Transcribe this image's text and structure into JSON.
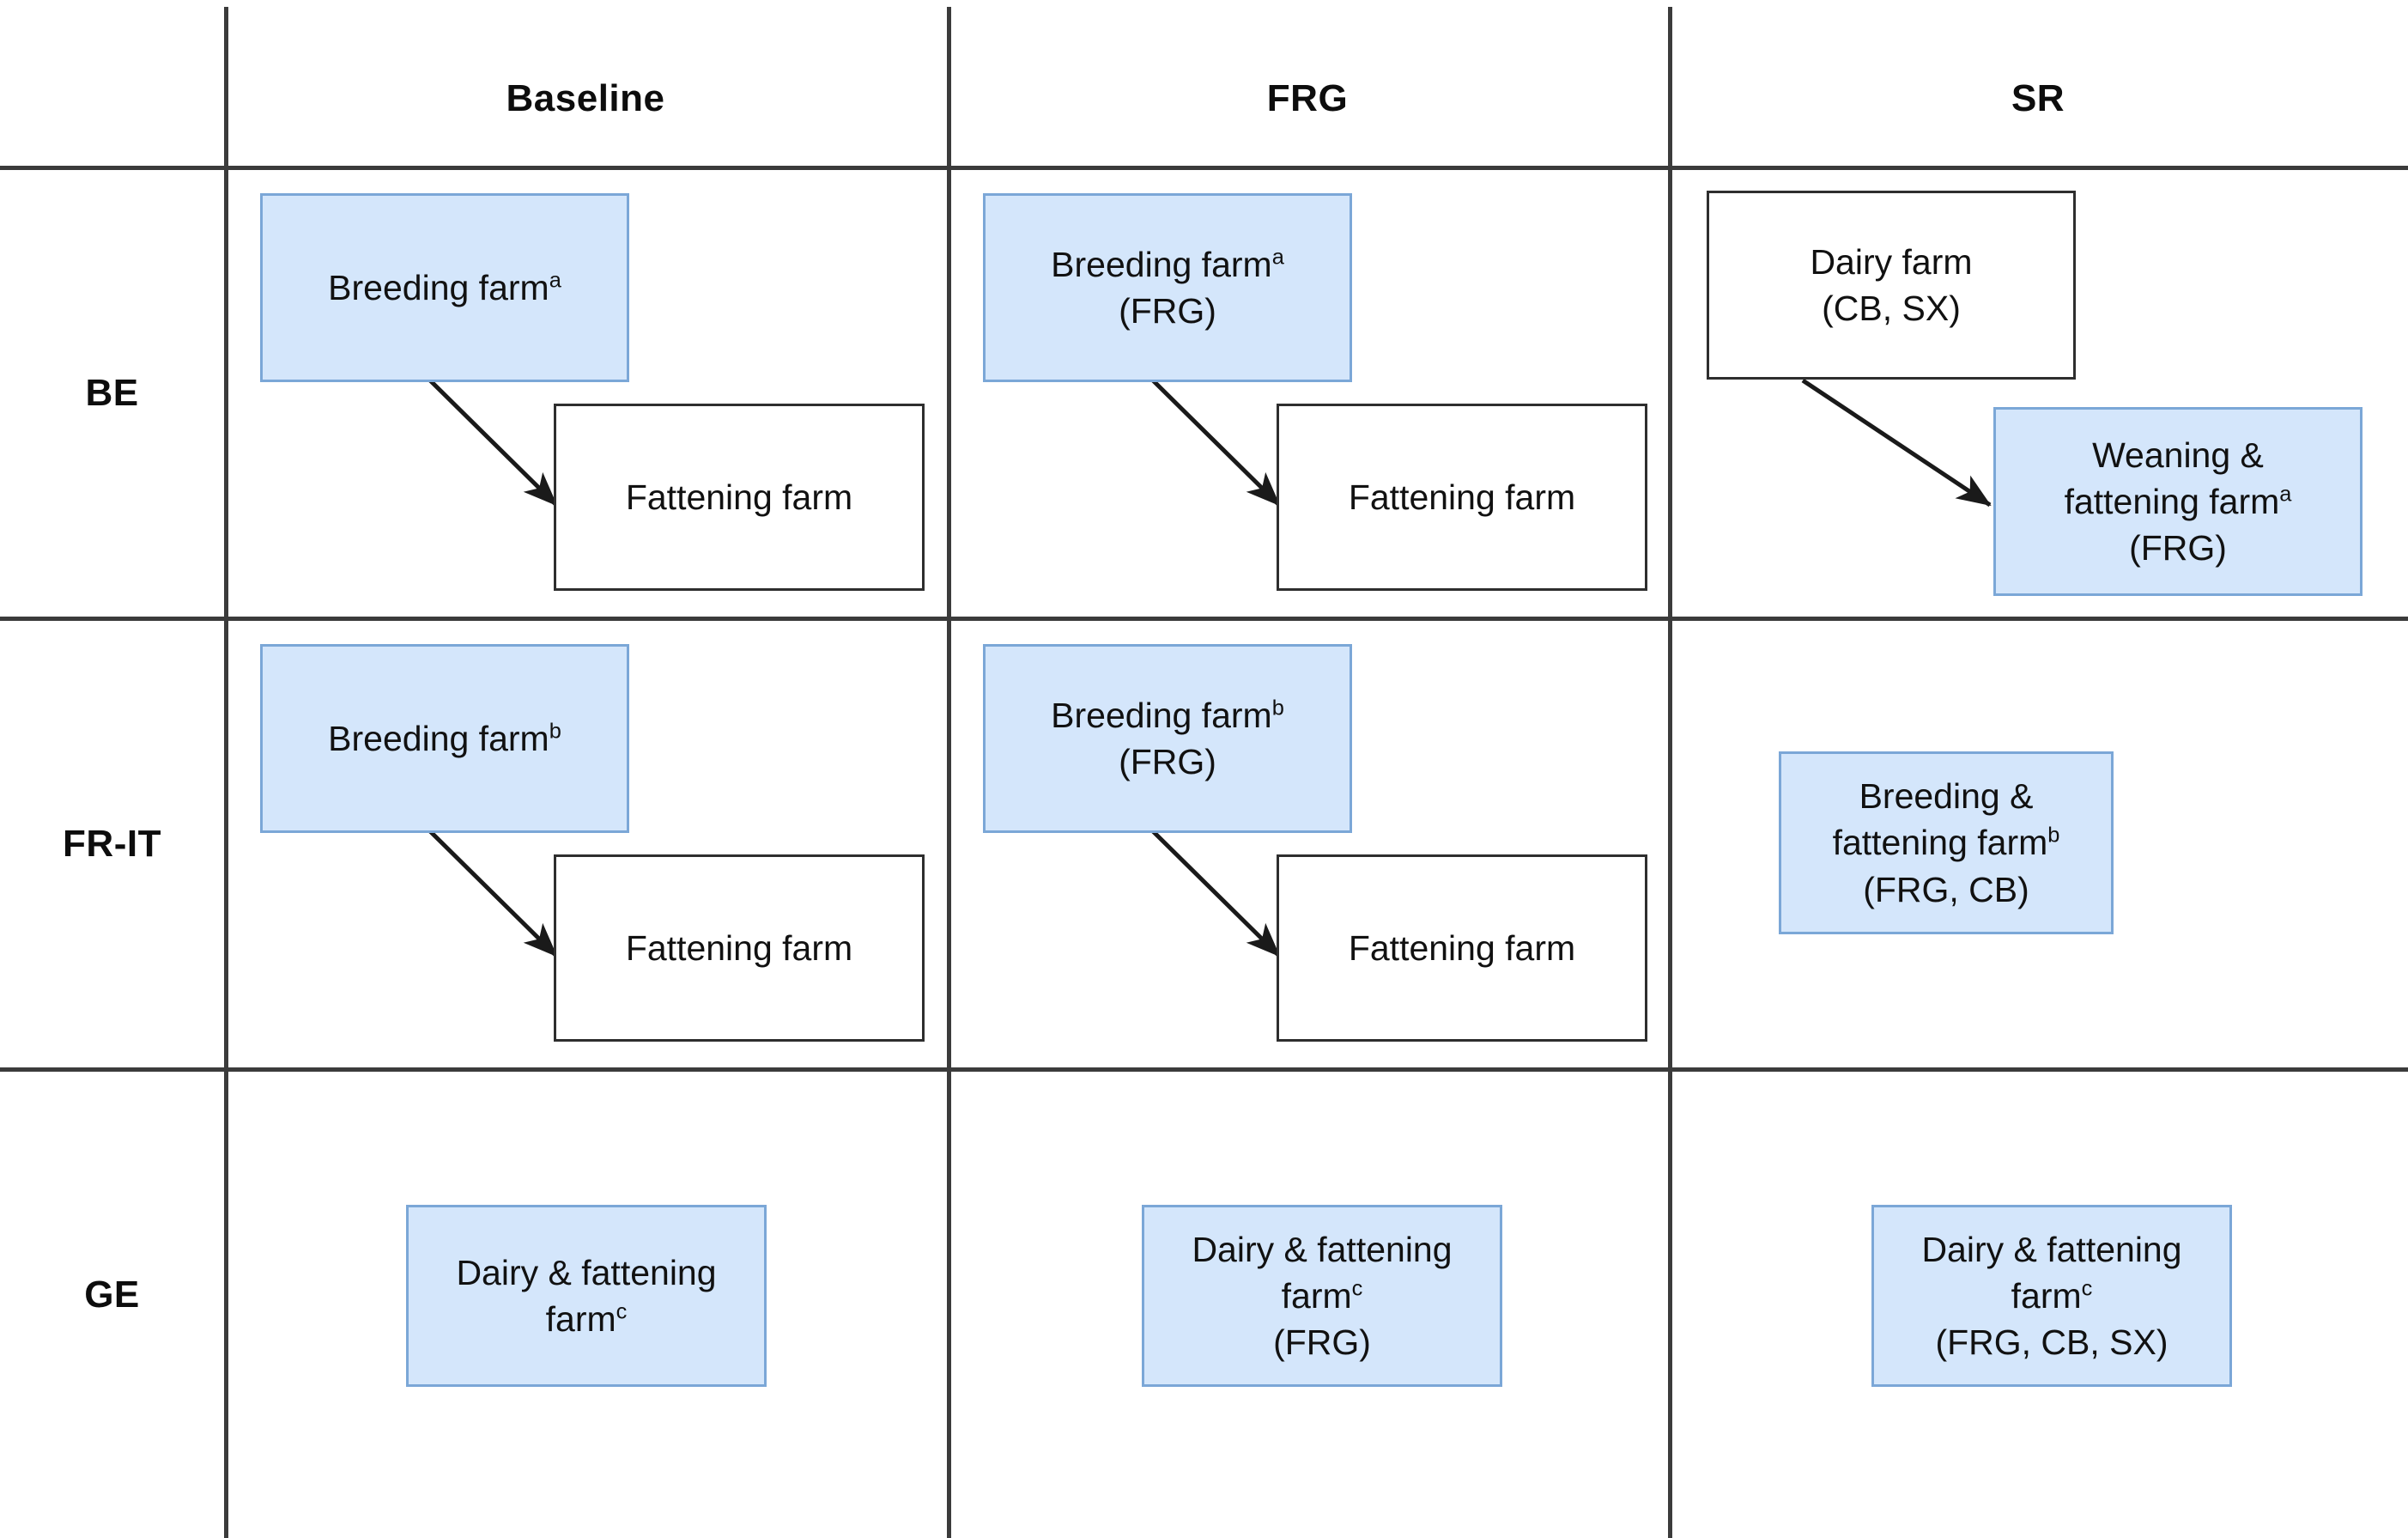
{
  "figure": {
    "type": "matrix-diagram",
    "columns": [
      {
        "id": "baseline",
        "label": "Baseline"
      },
      {
        "id": "frg",
        "label": "FRG"
      },
      {
        "id": "sr",
        "label": "SR"
      }
    ],
    "rows": [
      {
        "id": "be",
        "label": "BE"
      },
      {
        "id": "frit",
        "label": "FR-IT"
      },
      {
        "id": "ge",
        "label": "GE"
      }
    ],
    "colors": {
      "node_fill_blue": "#d4e6fb",
      "node_border_blue": "#7ba7d7",
      "node_fill_white": "#ffffff",
      "node_border_black": "#2e2e2e",
      "grid_line": "#3b3b3b",
      "text": "#111111"
    }
  },
  "cells": {
    "be_baseline": {
      "nodes": [
        {
          "id": "be-baseline-breeding",
          "style": "blue",
          "lines": [
            "Breeding farm"
          ],
          "superscript": "a"
        },
        {
          "id": "be-baseline-fattening",
          "style": "white",
          "lines": [
            "Fattening farm"
          ],
          "superscript": ""
        }
      ],
      "arrow": true
    },
    "be_frg": {
      "nodes": [
        {
          "id": "be-frg-breeding",
          "style": "blue",
          "lines": [
            "Breeding farm",
            "(FRG)"
          ],
          "superscript": "a"
        },
        {
          "id": "be-frg-fattening",
          "style": "white",
          "lines": [
            "Fattening farm"
          ],
          "superscript": ""
        }
      ],
      "arrow": true
    },
    "be_sr": {
      "nodes": [
        {
          "id": "be-sr-dairy",
          "style": "white",
          "lines": [
            "Dairy farm",
            "(CB, SX)"
          ],
          "superscript": ""
        },
        {
          "id": "be-sr-weaning",
          "style": "blue",
          "lines": [
            "Weaning &",
            "fattening farm",
            "(FRG)"
          ],
          "superscript": "a"
        }
      ],
      "arrow": true
    },
    "frit_baseline": {
      "nodes": [
        {
          "id": "frit-baseline-breeding",
          "style": "blue",
          "lines": [
            "Breeding farm"
          ],
          "superscript": "b"
        },
        {
          "id": "frit-baseline-fattening",
          "style": "white",
          "lines": [
            "Fattening farm"
          ],
          "superscript": ""
        }
      ],
      "arrow": true
    },
    "frit_frg": {
      "nodes": [
        {
          "id": "frit-frg-breeding",
          "style": "blue",
          "lines": [
            "Breeding farm",
            "(FRG)"
          ],
          "superscript": "b"
        },
        {
          "id": "frit-frg-fattening",
          "style": "white",
          "lines": [
            "Fattening farm"
          ],
          "superscript": ""
        }
      ],
      "arrow": true
    },
    "frit_sr": {
      "nodes": [
        {
          "id": "frit-sr-breedfat",
          "style": "blue",
          "lines": [
            "Breeding &",
            "fattening farm",
            "(FRG, CB)"
          ],
          "superscript": "b"
        }
      ],
      "arrow": false
    },
    "ge_baseline": {
      "nodes": [
        {
          "id": "ge-baseline-dairyfat",
          "style": "blue",
          "lines": [
            "Dairy & fattening",
            "farm"
          ],
          "superscript": "c"
        }
      ],
      "arrow": false
    },
    "ge_frg": {
      "nodes": [
        {
          "id": "ge-frg-dairyfat",
          "style": "blue",
          "lines": [
            "Dairy & fattening",
            "farm",
            "(FRG)"
          ],
          "superscript": "c"
        }
      ],
      "arrow": false
    },
    "ge_sr": {
      "nodes": [
        {
          "id": "ge-sr-dairyfat",
          "style": "blue",
          "lines": [
            "Dairy & fattening",
            "farm",
            "(FRG, CB, SX)"
          ],
          "superscript": "c"
        }
      ],
      "arrow": false
    }
  },
  "text": {
    "breeding_farm": "Breeding farm",
    "fattening_farm": "Fattening farm",
    "dairy_farm": "Dairy farm",
    "weaning_and_fattening_farm": "Weaning &",
    "frg_paren": "(FRG)",
    "cb_sx_paren": "(CB, SX)",
    "frg_cb_paren": "(FRG, CB)",
    "frg_cb_sx_paren": "(FRG, CB, SX)",
    "breeding_amp": "Breeding &",
    "dairy_amp_fattening": "Dairy & fattening",
    "fattening_farm_lc": "fattening farm",
    "farm_lc": "farm",
    "sup_a": "a",
    "sup_b": "b",
    "sup_c": "c"
  }
}
